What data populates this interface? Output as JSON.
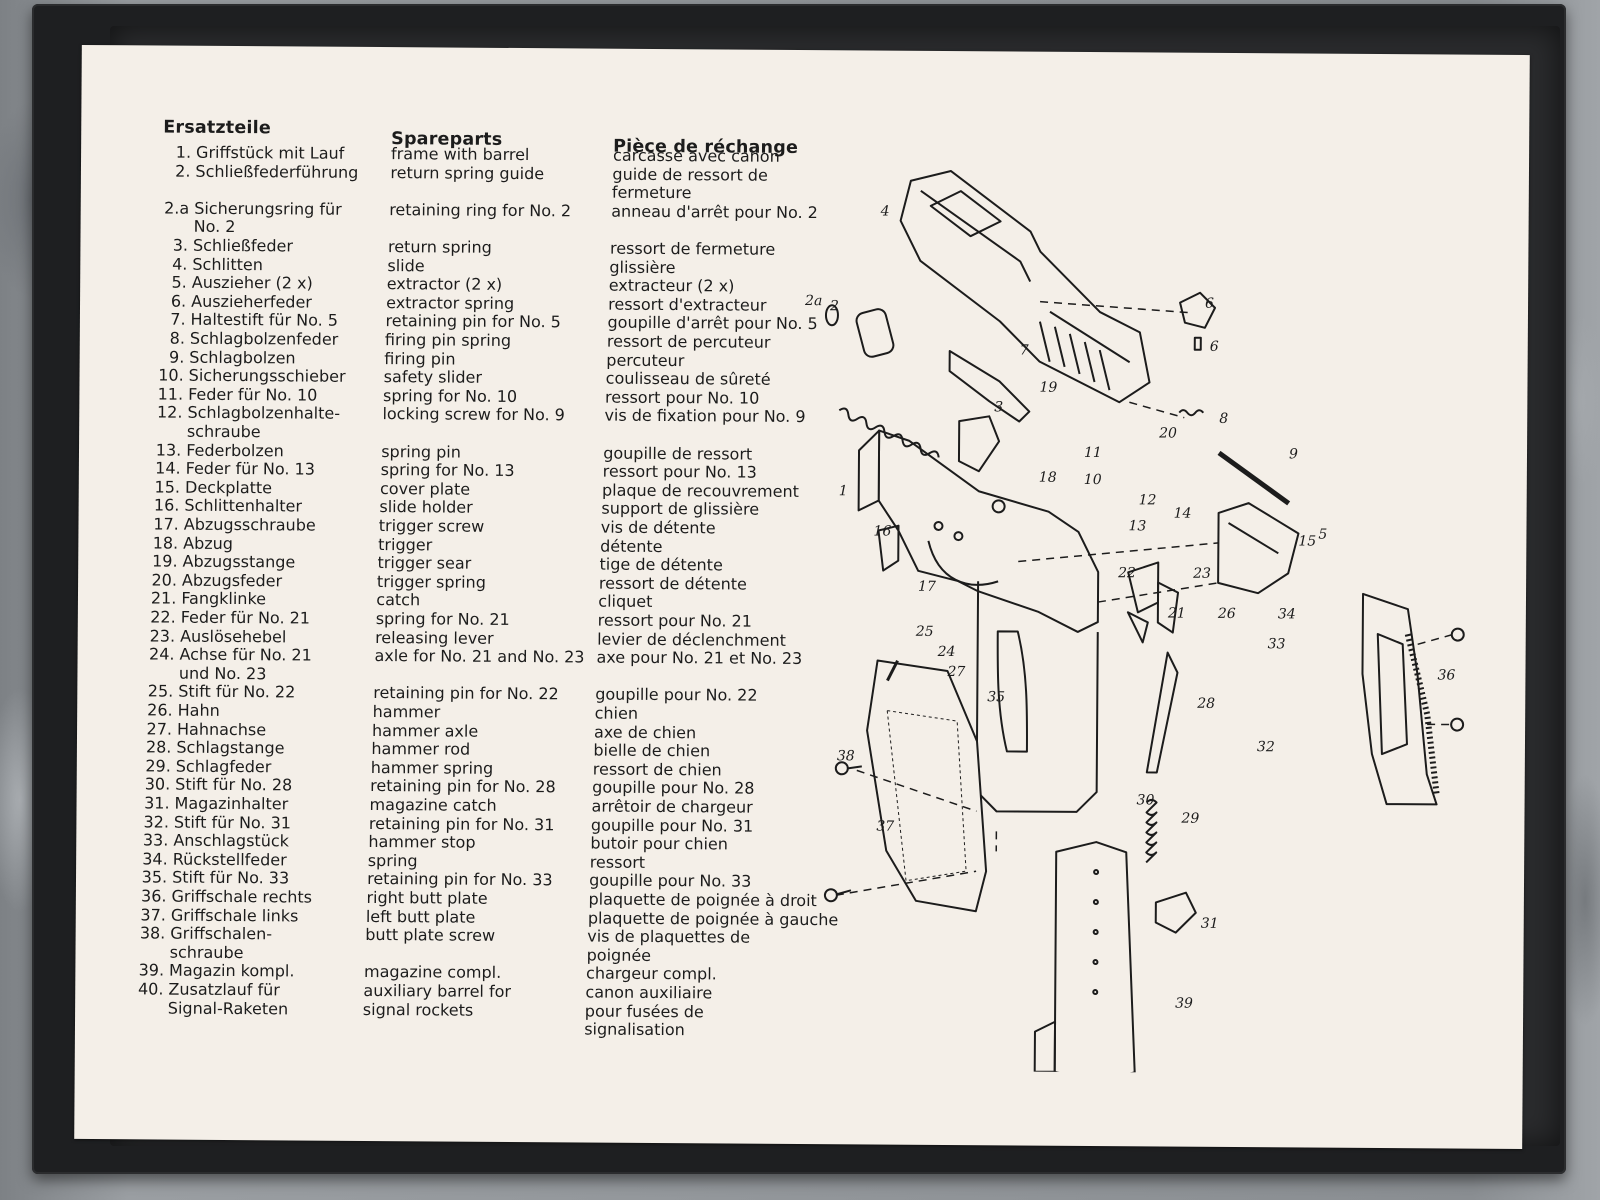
{
  "headers": {
    "de": "Ersatzteile",
    "en": "Spareparts",
    "fr": "Pièce de réchange"
  },
  "parts": [
    {
      "num": "1.",
      "de": "Griffstück mit Lauf",
      "en": "frame with barrel",
      "fr": "carcasse avec canon"
    },
    {
      "num": "2.",
      "de": "Schließfederführung",
      "en": "return spring guide",
      "fr": "guide de ressort de"
    },
    {
      "num": "",
      "de": "",
      "en": "",
      "fr": "fermeture"
    },
    {
      "num": "2.a",
      "de": "Sicherungsring für",
      "en": "retaining ring for No. 2",
      "fr": "anneau d'arrêt pour No. 2"
    },
    {
      "num": "",
      "de": "No. 2",
      "en": "",
      "fr": ""
    },
    {
      "num": "3.",
      "de": "Schließfeder",
      "en": "return spring",
      "fr": "ressort de fermeture"
    },
    {
      "num": "4.",
      "de": "Schlitten",
      "en": "slide",
      "fr": "glissière"
    },
    {
      "num": "5.",
      "de": "Auszieher (2 x)",
      "en": "extractor (2 x)",
      "fr": "extracteur (2 x)"
    },
    {
      "num": "6.",
      "de": "Ausziehеrfeder",
      "en": "extractor spring",
      "fr": "ressort d'extracteur"
    },
    {
      "num": "7.",
      "de": "Haltestift für No. 5",
      "en": "retaining pin for No. 5",
      "fr": "goupille d'arrêt pour No. 5"
    },
    {
      "num": "8.",
      "de": "Schlagbolzenfeder",
      "en": "firing pin spring",
      "fr": "ressort de percuteur"
    },
    {
      "num": "9.",
      "de": "Schlagbolzen",
      "en": "firing pin",
      "fr": "percuteur"
    },
    {
      "num": "10.",
      "de": "Sicherungsschieber",
      "en": "safety slider",
      "fr": "coulisseau de sûreté"
    },
    {
      "num": "11.",
      "de": "Feder für No. 10",
      "en": "spring for No. 10",
      "fr": "ressort pour No. 10"
    },
    {
      "num": "12.",
      "de": "Schlagbolzenhalte-",
      "en": "locking screw for No. 9",
      "fr": "vis de fixation pour No. 9"
    },
    {
      "num": "",
      "de": "schraube",
      "en": "",
      "fr": ""
    },
    {
      "num": "13.",
      "de": "Federbolzen",
      "en": "spring pin",
      "fr": "goupille de ressort"
    },
    {
      "num": "14.",
      "de": "Feder für No. 13",
      "en": "spring for No. 13",
      "fr": "ressort pour No. 13"
    },
    {
      "num": "15.",
      "de": "Deckplatte",
      "en": "cover plate",
      "fr": "plaque de recouvrement"
    },
    {
      "num": "16.",
      "de": "Schlittenhalter",
      "en": "slide holder",
      "fr": "support de glissière"
    },
    {
      "num": "17.",
      "de": "Abzugsschraube",
      "en": "trigger screw",
      "fr": "vis de détente"
    },
    {
      "num": "18.",
      "de": "Abzug",
      "en": "trigger",
      "fr": "détente"
    },
    {
      "num": "19.",
      "de": "Abzugsstange",
      "en": "trigger sear",
      "fr": "tige de détente"
    },
    {
      "num": "20.",
      "de": "Abzugsfeder",
      "en": "trigger spring",
      "fr": "ressort de détente"
    },
    {
      "num": "21.",
      "de": "Fangklinke",
      "en": "catch",
      "fr": "cliquet"
    },
    {
      "num": "22.",
      "de": "Feder für No. 21",
      "en": "spring for No. 21",
      "fr": "ressort pour No. 21"
    },
    {
      "num": "23.",
      "de": "Auslösehebel",
      "en": "releasing lever",
      "fr": "levier de déclenchment"
    },
    {
      "num": "24.",
      "de": "Achse für No. 21",
      "en": "axle for No. 21 and No. 23",
      "fr": "axe pour No. 21 et No. 23"
    },
    {
      "num": "",
      "de": "und No. 23",
      "en": "",
      "fr": ""
    },
    {
      "num": "25.",
      "de": "Stift für No. 22",
      "en": "retaining pin for No. 22",
      "fr": "goupille pour No. 22"
    },
    {
      "num": "26.",
      "de": "Hahn",
      "en": "hammer",
      "fr": "chien"
    },
    {
      "num": "27.",
      "de": "Hahnachse",
      "en": "hammer axle",
      "fr": "axe de chien"
    },
    {
      "num": "28.",
      "de": "Schlagstange",
      "en": "hammer rod",
      "fr": "bielle de chien"
    },
    {
      "num": "29.",
      "de": "Schlagfeder",
      "en": "hammer spring",
      "fr": "ressort de chien"
    },
    {
      "num": "30.",
      "de": "Stift für No. 28",
      "en": "retaining pin for No. 28",
      "fr": "goupille pour No. 28"
    },
    {
      "num": "31.",
      "de": "Magazinhalter",
      "en": "magazine catch",
      "fr": "arrêtoir de chargeur"
    },
    {
      "num": "32.",
      "de": "Stift für No. 31",
      "en": "retaining pin for No. 31",
      "fr": "goupille pour No. 31"
    },
    {
      "num": "33.",
      "de": "Anschlagstück",
      "en": "hammer stop",
      "fr": "butoir pour chien"
    },
    {
      "num": "34.",
      "de": "Rückstellfeder",
      "en": "spring",
      "fr": "ressort"
    },
    {
      "num": "35.",
      "de": "Stift für No. 33",
      "en": "retaining pin for No. 33",
      "fr": "goupille pour No. 33"
    },
    {
      "num": "36.",
      "de": "Griffschale rechts",
      "en": "right butt plate",
      "fr": "plaquette de poignée à droit"
    },
    {
      "num": "37.",
      "de": "Griffschale links",
      "en": "left butt plate",
      "fr": "plaquette de poignée à gauche"
    },
    {
      "num": "38.",
      "de": "Griffschalen-",
      "en": "butt plate screw",
      "fr": "vis de plaquettes de"
    },
    {
      "num": "",
      "de": "schraube",
      "en": "",
      "fr": "poignée"
    },
    {
      "num": "39.",
      "de": "Magazin kompl.",
      "en": "magazine compl.",
      "fr": "chargeur compl."
    },
    {
      "num": "40.",
      "de": "Zusatzlauf für",
      "en": "auxiliary barrel for",
      "fr": "canon auxiliaire"
    },
    {
      "num": "",
      "de": "Signal-Raketen",
      "en": "signal rockets",
      "fr": "pour fusées de"
    },
    {
      "num": "",
      "de": "",
      "en": "",
      "fr": "signalisation"
    }
  ],
  "diagram_labels": [
    "1",
    "2",
    "2a",
    "3",
    "4",
    "5",
    "6",
    "6",
    "7",
    "8",
    "9",
    "10",
    "11",
    "12",
    "13",
    "14",
    "15",
    "16",
    "17",
    "18",
    "19",
    "20",
    "21",
    "22",
    "23",
    "24",
    "25",
    "26",
    "27",
    "28",
    "29",
    "30",
    "31",
    "32",
    "33",
    "34",
    "35",
    "36",
    "37",
    "38",
    "39"
  ]
}
